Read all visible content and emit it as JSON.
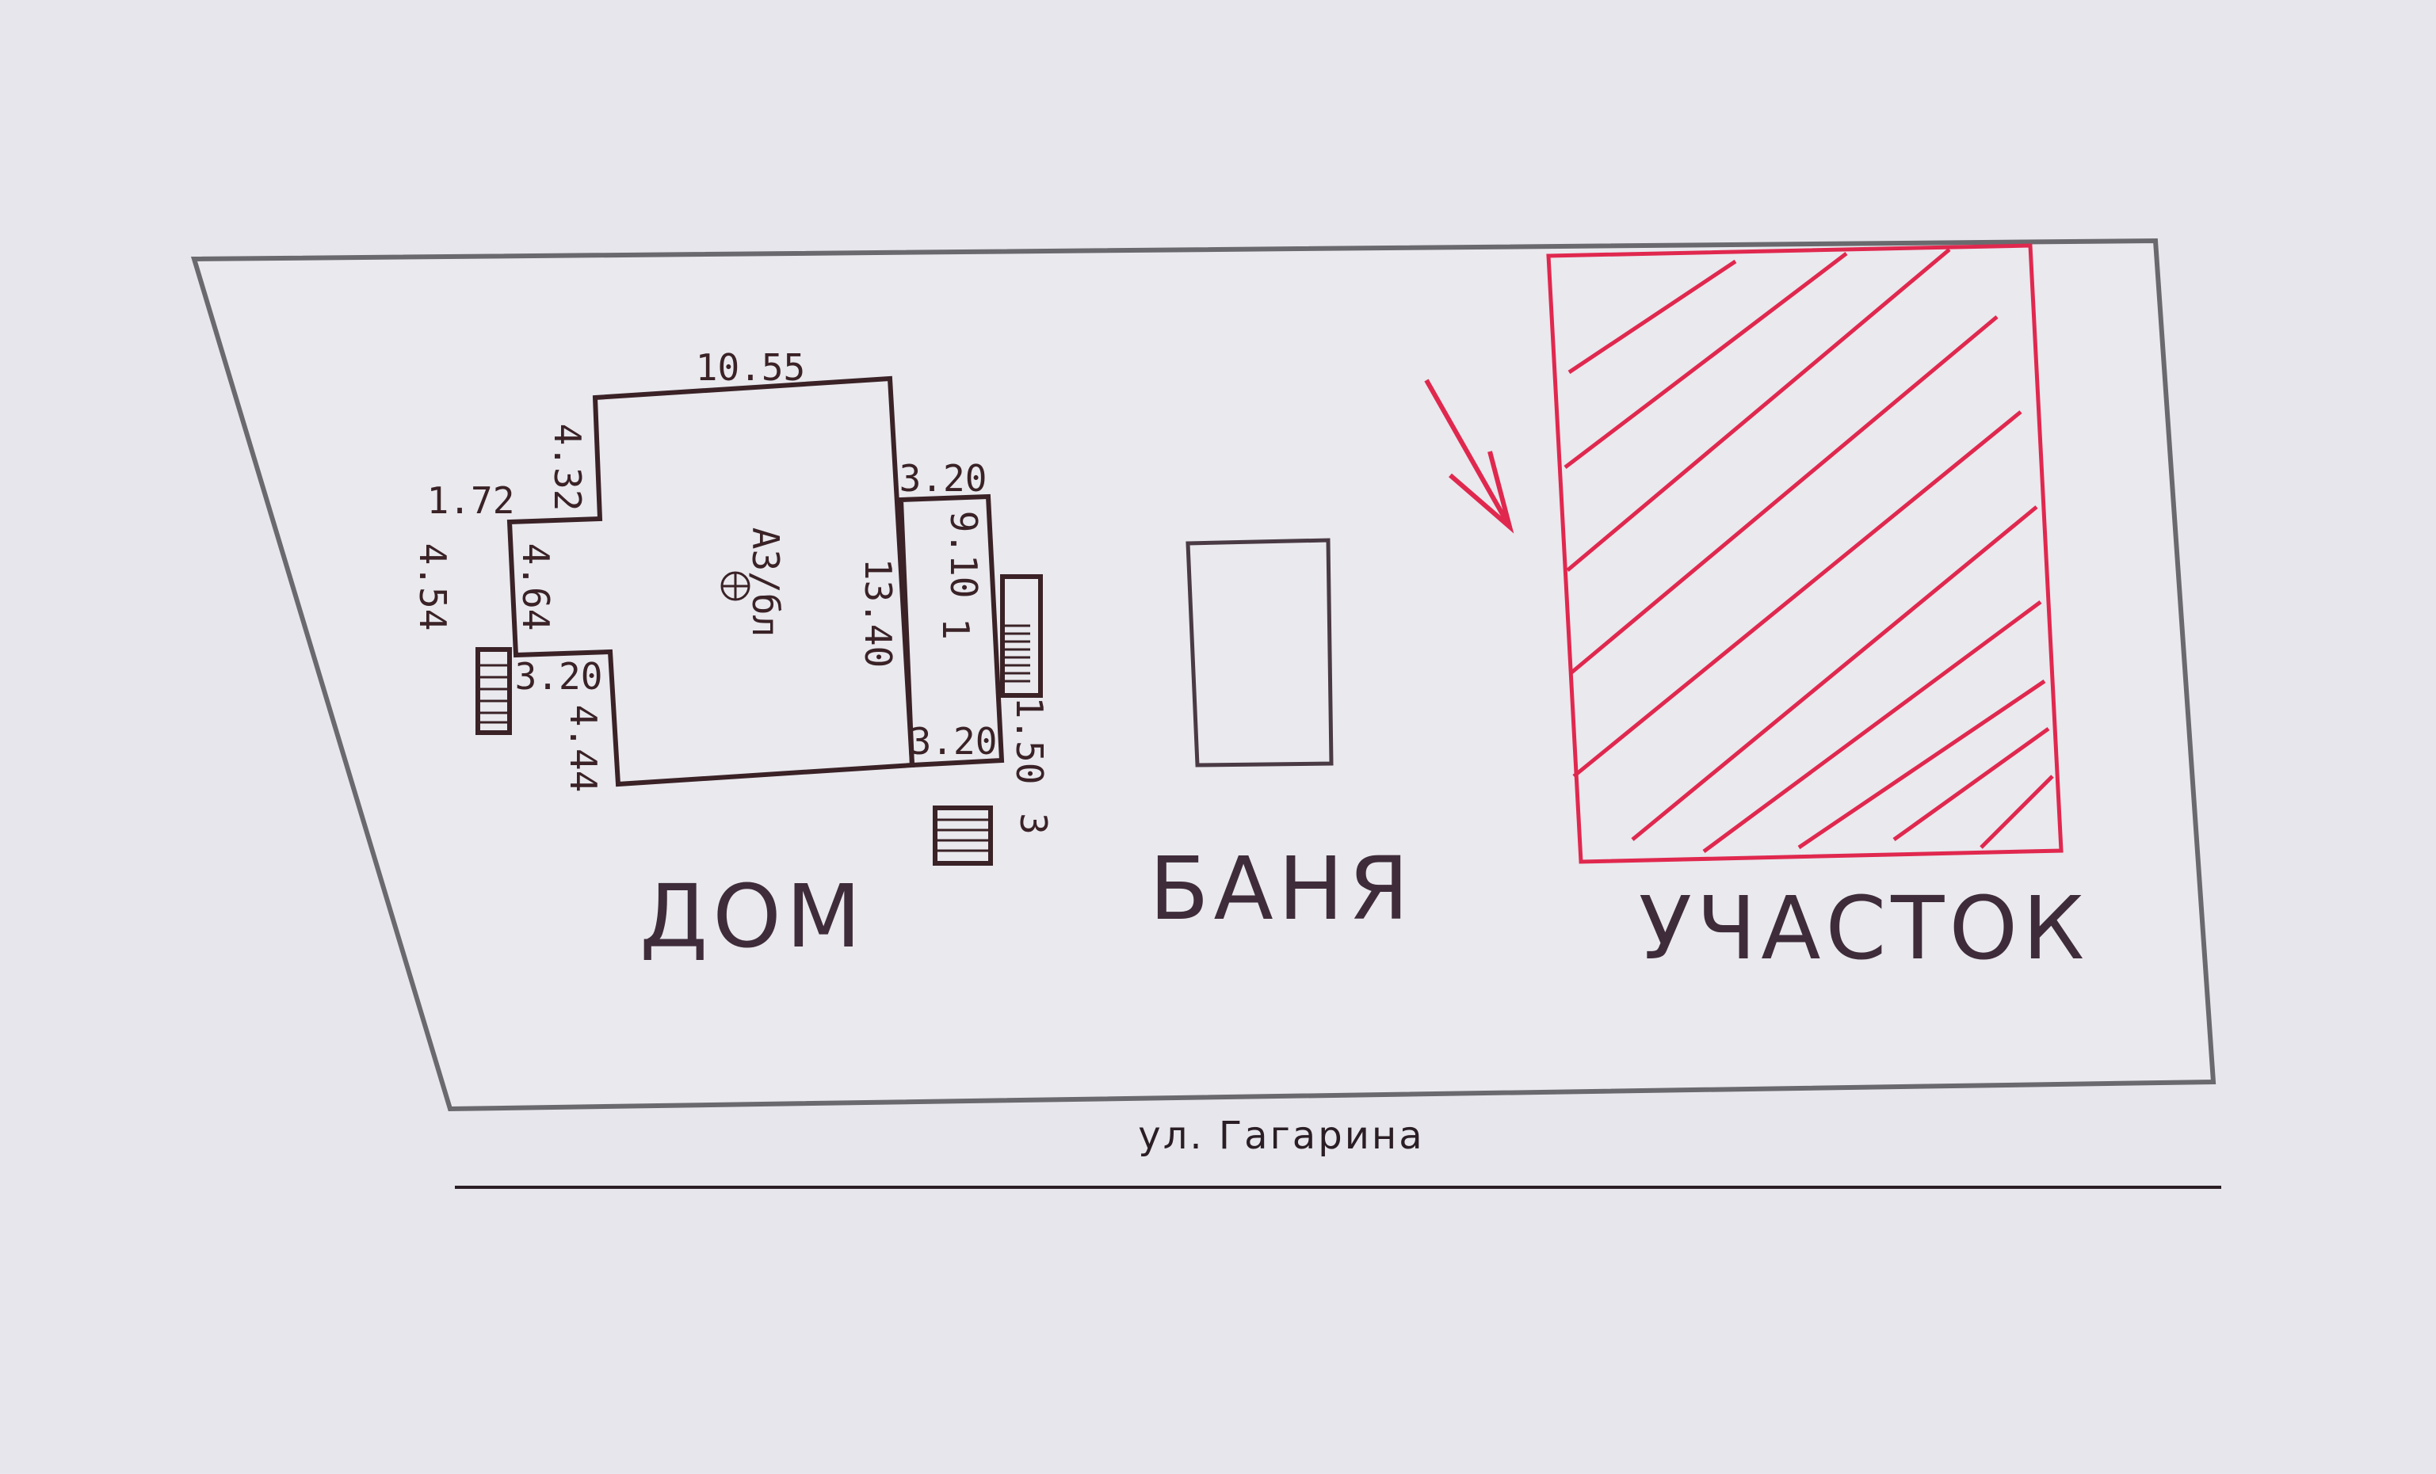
{
  "plan": {
    "street_label": "ул. Гагарина",
    "labels": {
      "house": "ДОМ",
      "bathhouse": "БАНЯ",
      "plot": "УЧАСТОК"
    },
    "house": {
      "marker": "А3/бл",
      "room_number": "1",
      "dimensions": {
        "top": "10.55",
        "left_upper": "4.32",
        "porch_width": "1.72",
        "porch_length": "4.54",
        "left_middle": "4.64",
        "left_lower_step": "3.20",
        "left_lower": "4.44",
        "main_right": "13.40",
        "annex_top": "3.20",
        "annex_side": "9.10",
        "annex_bottom": "3.20",
        "annex_porch": "1.50",
        "annex_porch_step": "3"
      }
    },
    "colors": {
      "ink": "#3a2226",
      "red_marker": "#e0284e",
      "paper": "#e6e6ec"
    }
  }
}
